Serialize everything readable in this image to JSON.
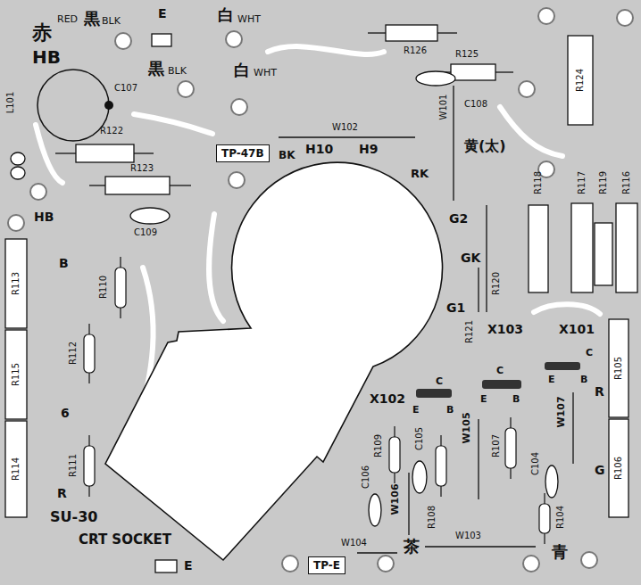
{
  "diagram": {
    "nodes": [
      {
        "text": [
          "TP-47B"
        ]
      },
      {
        "text": [
          "TP-E"
        ]
      }
    ],
    "labels": [
      "赤",
      "RED",
      "黒",
      "BLK",
      "E",
      "白",
      "WHT",
      "HB",
      "C107",
      "黒",
      "BLK",
      "白",
      "WHT",
      "L101",
      "R122",
      "R123",
      "BK",
      "H10",
      "H9",
      "W102",
      "W101",
      "黄(太)",
      "RK",
      "G2",
      "GK",
      "G1",
      "R126",
      "R125",
      "C108",
      "R124",
      "R118",
      "R117",
      "R119",
      "R116",
      "R120",
      "R121",
      "X103",
      "X101",
      "X102",
      "C",
      "E",
      "B",
      "C",
      "E",
      "B",
      "C",
      "E",
      "B",
      "R105",
      "R106",
      "R",
      "G",
      "C109",
      "HB",
      "R113",
      "B",
      "R110",
      "R115",
      "R112",
      "6",
      "R114",
      "R111",
      "R",
      "SU-30",
      "CRT SOCKET",
      "E",
      "W104",
      "茶",
      "W103",
      "青",
      "R104",
      "C104",
      "W107",
      "R107",
      "W105",
      "C105",
      "R108",
      "W106",
      "C106",
      "R109"
    ]
  }
}
